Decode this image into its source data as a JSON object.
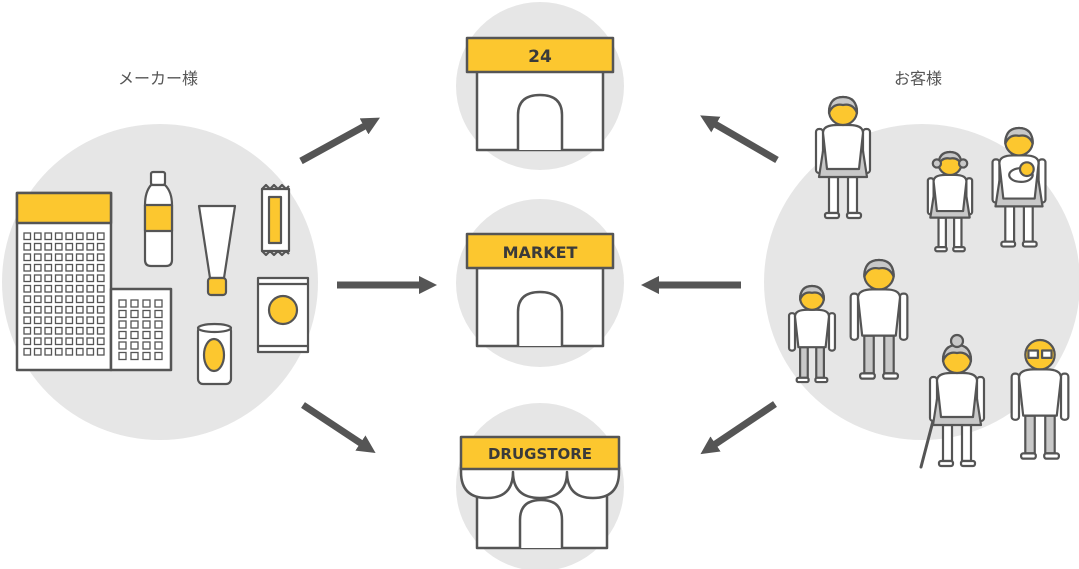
{
  "labels": {
    "maker": "メーカー様",
    "customer": "お客様"
  },
  "stores": [
    {
      "name": "24"
    },
    {
      "name": "MARKET"
    },
    {
      "name": "DRUGSTORE"
    }
  ],
  "colors": {
    "accent": "#fcc72f",
    "outline": "#555555",
    "circle": "#e6e6e6",
    "arrow": "#555555",
    "clothing": "#c8c8c8"
  }
}
